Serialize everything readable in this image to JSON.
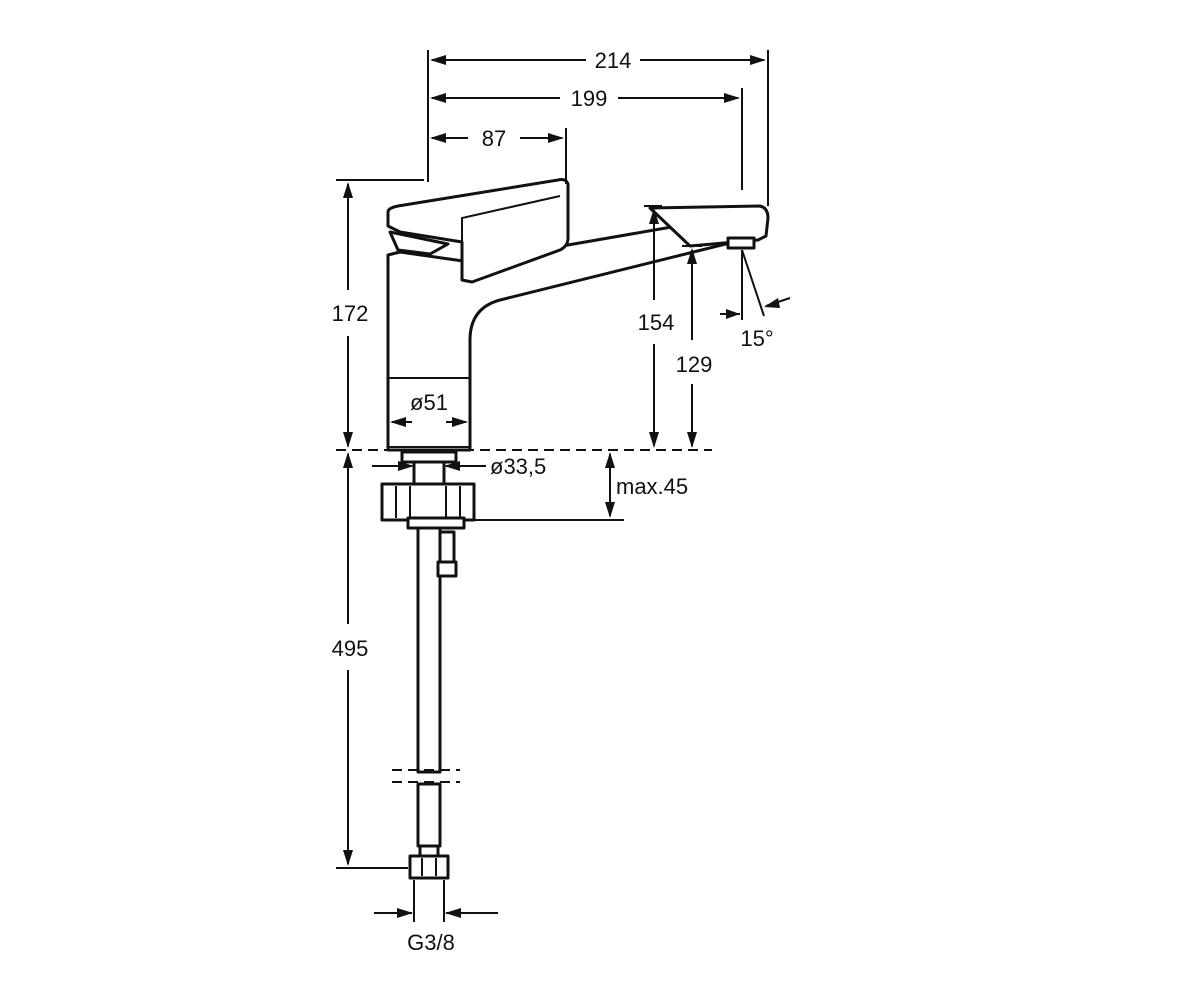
{
  "dimensions": {
    "total_depth": "214",
    "spout_reach": "199",
    "lever_reach": "87",
    "total_height": "172",
    "spout_height": "154",
    "outlet_height": "129",
    "outlet_angle": "15°",
    "body_diameter": "ø51",
    "shank_diameter": "ø33,5",
    "max_deck_thickness": "max.45",
    "hose_length": "495",
    "hose_connection": "G3/8"
  }
}
